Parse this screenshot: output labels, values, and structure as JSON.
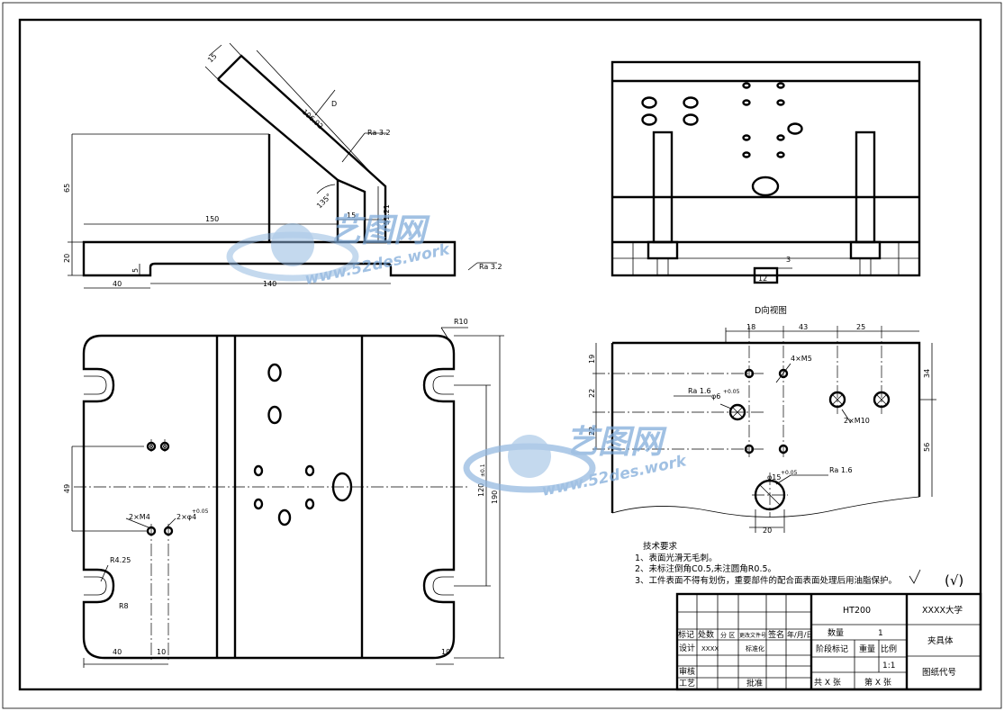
{
  "colors": {
    "line": "#000000",
    "watermark": "#7aa7d8"
  },
  "watermark": {
    "brand": "艺图网",
    "url": "www.52des.work"
  },
  "front_view": {
    "dims": {
      "d15_top": "15",
      "d106": "106.92",
      "d65": "65",
      "d150": "150",
      "d15b": "15",
      "d31": "31.21",
      "d20": "20",
      "d5": "5",
      "d40": "40",
      "d140": "140",
      "angle": "135°"
    },
    "view_label": "D",
    "ra": "Ra 3.2",
    "ra2": "Ra 3.2"
  },
  "side_view": {
    "dim_3": "3",
    "dim_slot": "12"
  },
  "top_view": {
    "dims": {
      "r10": "R10",
      "d49": "49",
      "d120": "120",
      "tol120": "±0.1",
      "d190": "190",
      "r425": "R4.25",
      "r8": "R8",
      "d40": "40",
      "d10": "10",
      "d10r": "10"
    },
    "holes": {
      "m4": "2×M4",
      "pin": "2×φ4",
      "pin_tol": "+0.05"
    }
  },
  "d_view": {
    "title": "D向视图",
    "dims": {
      "d18": "18",
      "d43": "43",
      "d25": "25",
      "d19": "19",
      "d22a": "22",
      "d22b": "22",
      "d34": "34",
      "d56": "56",
      "d20": "20"
    },
    "notes": {
      "m5": "4×M5",
      "m10": "2×M10",
      "phi6": "φ6",
      "phi6_tol": "+0.05",
      "phi15": "φ15",
      "phi15_tol": "+0.05",
      "ra1": "Ra 1.6",
      "ra2": "Ra 1.6"
    }
  },
  "tech": {
    "title": "技术要求",
    "items": [
      "1、表面光滑无毛刺。",
      "2、未标注倒角C0.5,未注圆角R0.5。",
      "3、工件表面不得有划伤，重要部件的配合面表面处理后用油脂保护。"
    ],
    "symbol": "(√)"
  },
  "title_block": {
    "material": "HT200",
    "university": "XXXX大学",
    "part_name": "夹具体",
    "drawing_code": "图纸代号",
    "qty_label": "数量",
    "qty": "1",
    "stage": "阶段标记",
    "weight": "重量",
    "scale_label": "比例",
    "scale": "1:1",
    "total": "共 X 张",
    "sheet": "第 X 张",
    "mark": "标记",
    "count": "处数",
    "zone": "分 区",
    "change": "更改文件号",
    "sign": "签名",
    "date": "年/月/日",
    "design": "设计",
    "designer": "XXXX",
    "std": "标准化",
    "review": "审核",
    "craft": "工艺",
    "approve": "批准"
  }
}
